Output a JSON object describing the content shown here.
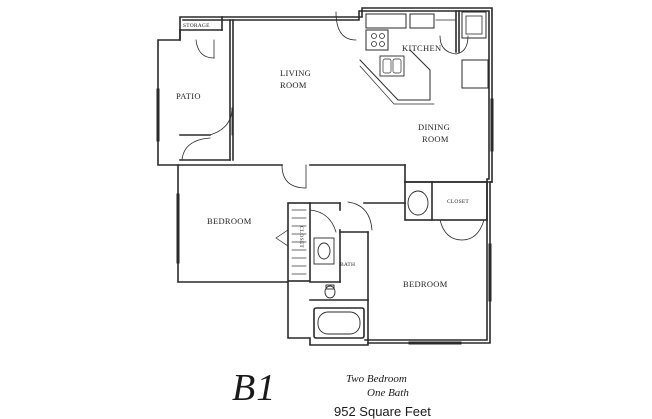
{
  "plan": {
    "rooms": {
      "storage": "STORAGE",
      "patio": "PATIO",
      "living_room_1": "LIVING",
      "living_room_2": "ROOM",
      "kitchen": "KITCHEN",
      "dining_1": "DINING",
      "dining_2": "ROOM",
      "closet": "CLOSET",
      "bedroom_left": "BEDROOM",
      "bedroom_right": "BEDROOM",
      "bath": "BATH",
      "wic_closet": "CLOSET"
    }
  },
  "caption": {
    "code": "B1",
    "line1": "Two Bedroom",
    "line2": "One Bath",
    "sqft": "952 Square Feet"
  }
}
